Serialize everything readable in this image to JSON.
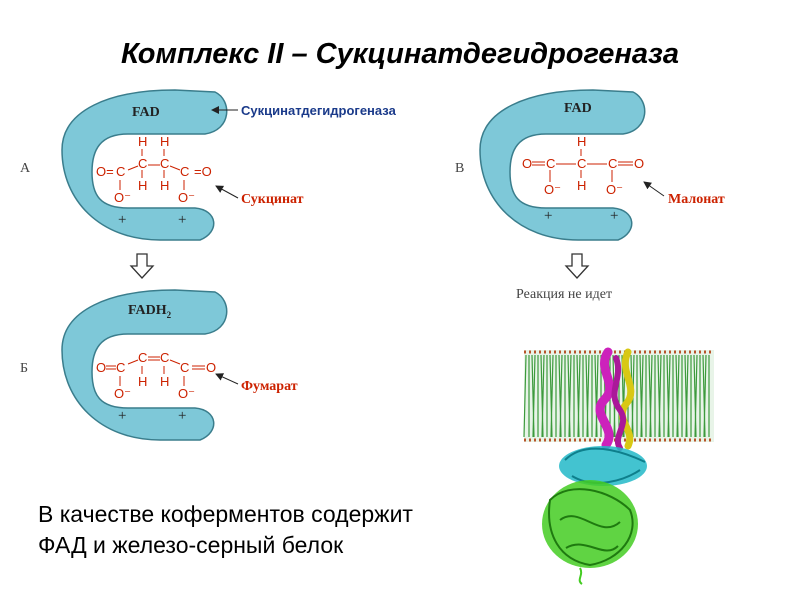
{
  "title": "Комплекс II – Сукцинатдегидрогеназа",
  "panels": {
    "a": {
      "letter": "А",
      "cofactor": "FAD",
      "enzyme_label": "Сукцинатдегидрогеназа",
      "substrate_label": "Сукцинат",
      "chem": {
        "h": "H",
        "c": "C",
        "o": "O",
        "o_minus": "O⁻",
        "o_eq": "O=",
        "eq_o": "=O",
        "plus": "+"
      }
    },
    "b": {
      "letter": "Б",
      "cofactor": "FADH",
      "cofactor_sub": "2",
      "product_label": "Фумарат",
      "chem": {
        "h": "H",
        "c": "C",
        "o": "O",
        "o_minus": "O⁻",
        "plus": "+"
      }
    },
    "v": {
      "letter": "В",
      "cofactor": "FAD",
      "inhibitor_label": "Малонат",
      "no_reaction": "Реакция не идет",
      "chem": {
        "h": "H",
        "c": "C",
        "o": "O",
        "o_minus": "O⁻",
        "plus": "+"
      }
    }
  },
  "caption": {
    "line1": "В качестве коферментов содержит",
    "line2": "ФАД и железо-серный белок"
  },
  "colors": {
    "enzyme_fill": "#7ec8d8",
    "enzyme_stroke": "#3a7d8c",
    "substrate": "#cc2200",
    "enzyme_label": "#1a3a8a",
    "membrane": "#3c9a3c",
    "helix_magenta": "#cc22bb",
    "helix_yellow": "#d8c814",
    "protein_cyan": "#22b8c8",
    "protein_green": "#44cc22"
  }
}
